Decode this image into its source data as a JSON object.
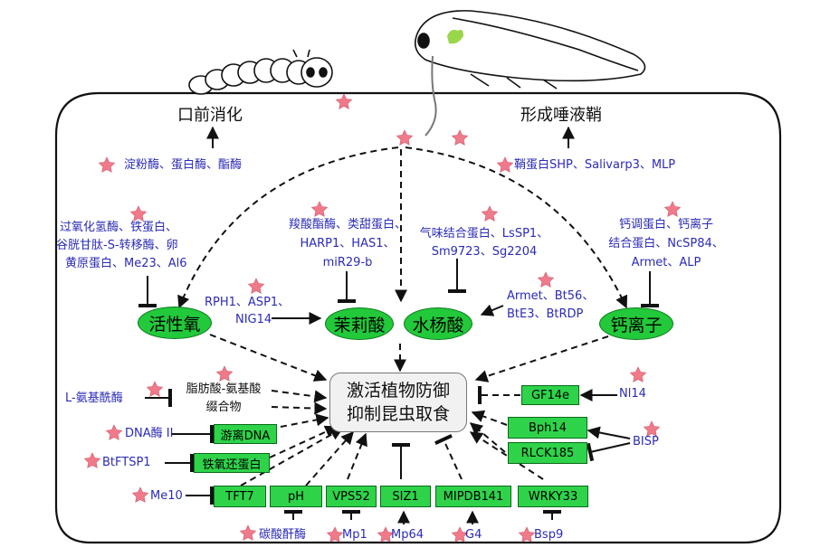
{
  "processes": {
    "predigestion": "口前消化",
    "sheath": "形成唾液鞘"
  },
  "center": {
    "line1": "激活植物防御",
    "line2": "抑制昆虫取食"
  },
  "groups": {
    "digest_enzymes": "淀粉酶、蛋白酶、酯酶",
    "sheath_proteins": "鞘蛋白SHP、Salivarp3、MLP",
    "ros_effectors": [
      "过氧化氢酶、铁蛋白、",
      "谷胱甘肽-S-转移酶、卵",
      "黄原蛋白、Me23、Al6"
    ],
    "ja_effectors": [
      "羧酸酯酶、类甜蛋白、",
      "HARP1、HAS1、",
      "miR29-b"
    ],
    "sa_effectors": [
      "气味结合蛋白、LsSP1、",
      "Sm9723、Sg2204"
    ],
    "ca_effectors": [
      "钙调蛋白、钙离子",
      "结合蛋白、NcSP84、",
      "Armet、ALP"
    ],
    "ja_inducers": [
      "RPH1、ASP1、",
      "NIG14"
    ],
    "sa_inducers": [
      "Armet、Bt56、",
      "BtE3、BtRDP"
    ],
    "l_amino": "L-氨基酰酶",
    "fatty_acid": [
      "脂肪酸-氨基酸",
      "缀合物"
    ],
    "dnase": "DNA酶 II",
    "btftsp1": "BtFTSP1",
    "me10": "Me10",
    "ni14": "Nl14",
    "bisp": "BISP",
    "carbonic": "碳酸酐酶",
    "mp1": "Mp1",
    "mp64": "Mp64",
    "g4": "G4",
    "bsp9": "Bsp9"
  },
  "signals": {
    "ros": "活性氧",
    "ja": "茉莉酸",
    "sa": "水杨酸",
    "ca": "钙离子"
  },
  "plant_factors": {
    "free_dna": "游离DNA",
    "ferredoxin": "铁氧还蛋白",
    "tft7": "TFT7",
    "ph": "pH",
    "vps52": "VPS52",
    "siz1": "SIZ1",
    "mipdb141": "MIPDB141",
    "wrky33": "WRKY33",
    "gf14e": "GF14e",
    "bph14": "Bph14",
    "rlck185": "RLCK185"
  },
  "colors": {
    "effector_text": "#2b2bb8",
    "signal_fill": "#22c93a",
    "factor_fill": "#2ed34a",
    "star": "#f07a8a",
    "arrow": "#111111"
  },
  "icons": [
    "caterpillar-icon",
    "planthopper-icon",
    "stylet-icon",
    "star-icon"
  ]
}
